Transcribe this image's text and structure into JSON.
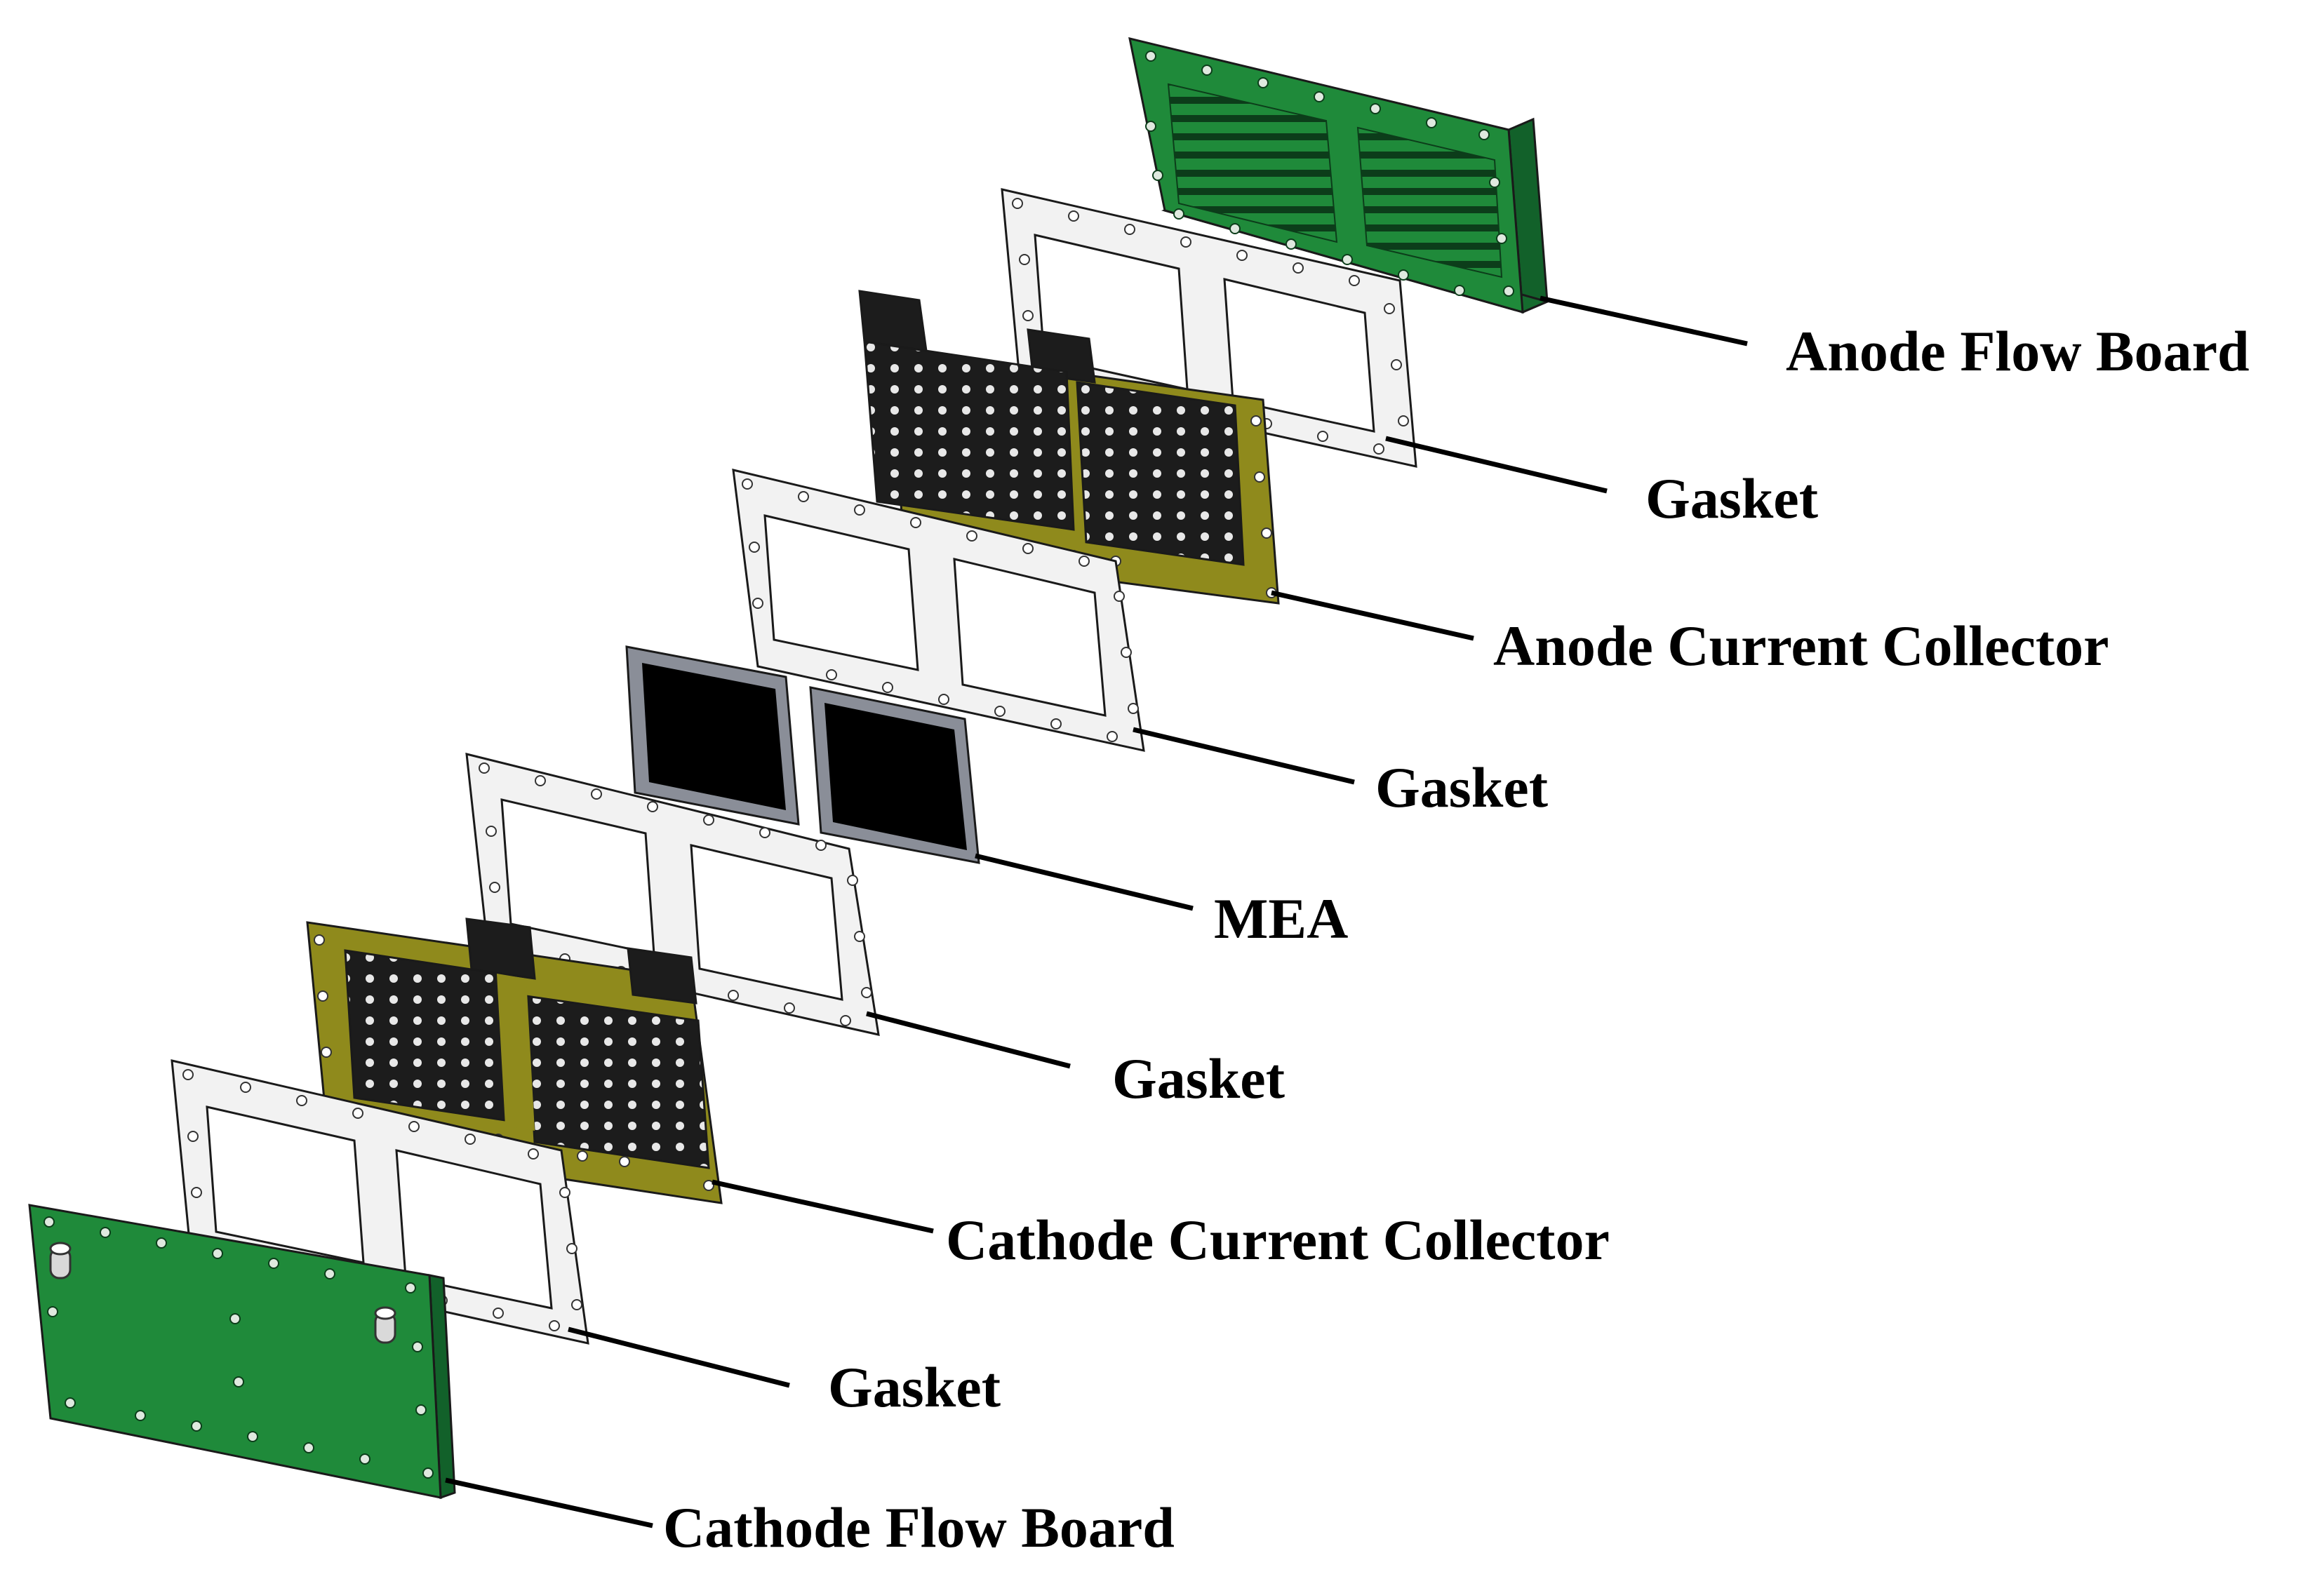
{
  "labels": {
    "anode_flow_board": "Anode Flow Board",
    "gasket_1": "Gasket",
    "anode_current_collector": "Anode Current Collector",
    "gasket_2": "Gasket",
    "mea": "MEA",
    "gasket_3": "Gasket",
    "cathode_current_collector": "Cathode Current Collector",
    "gasket_4": "Gasket",
    "cathode_flow_board": "Cathode Flow Board"
  },
  "colors": {
    "flow_board": "#1f8a3a",
    "flow_board_dark": "#12612a",
    "gasket": "#f2f2f2",
    "collector_frame": "#8f8a1c",
    "collector_plate": "#1c1c1c",
    "mea_frame": "#8a8e98",
    "mea_core": "#000000"
  }
}
